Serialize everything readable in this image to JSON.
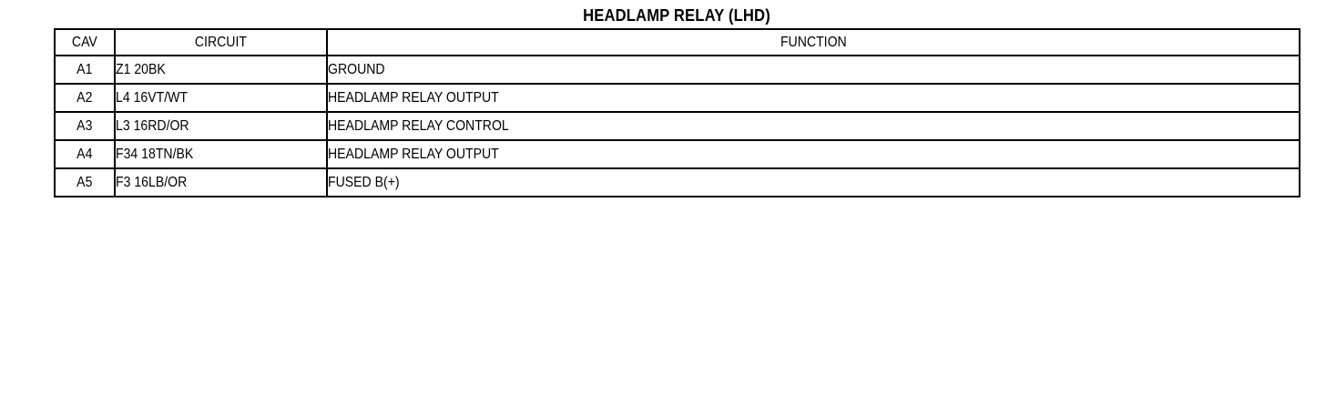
{
  "title": "HEADLAMP RELAY (LHD)",
  "table": {
    "headers": {
      "cav": "CAV",
      "circuit": "CIRCUIT",
      "function": "FUNCTION"
    },
    "rows": [
      {
        "cav": "A1",
        "circuit": "Z1 20BK",
        "function": "GROUND"
      },
      {
        "cav": "A2",
        "circuit": "L4 16VT/WT",
        "function": "HEADLAMP RELAY OUTPUT"
      },
      {
        "cav": "A3",
        "circuit": "L3 16RD/OR",
        "function": "HEADLAMP RELAY CONTROL"
      },
      {
        "cav": "A4",
        "circuit": "F34 18TN/BK",
        "function": "HEADLAMP RELAY OUTPUT"
      },
      {
        "cav": "A5",
        "circuit": "F3 16LB/OR",
        "function": "FUSED B(+)"
      }
    ]
  }
}
